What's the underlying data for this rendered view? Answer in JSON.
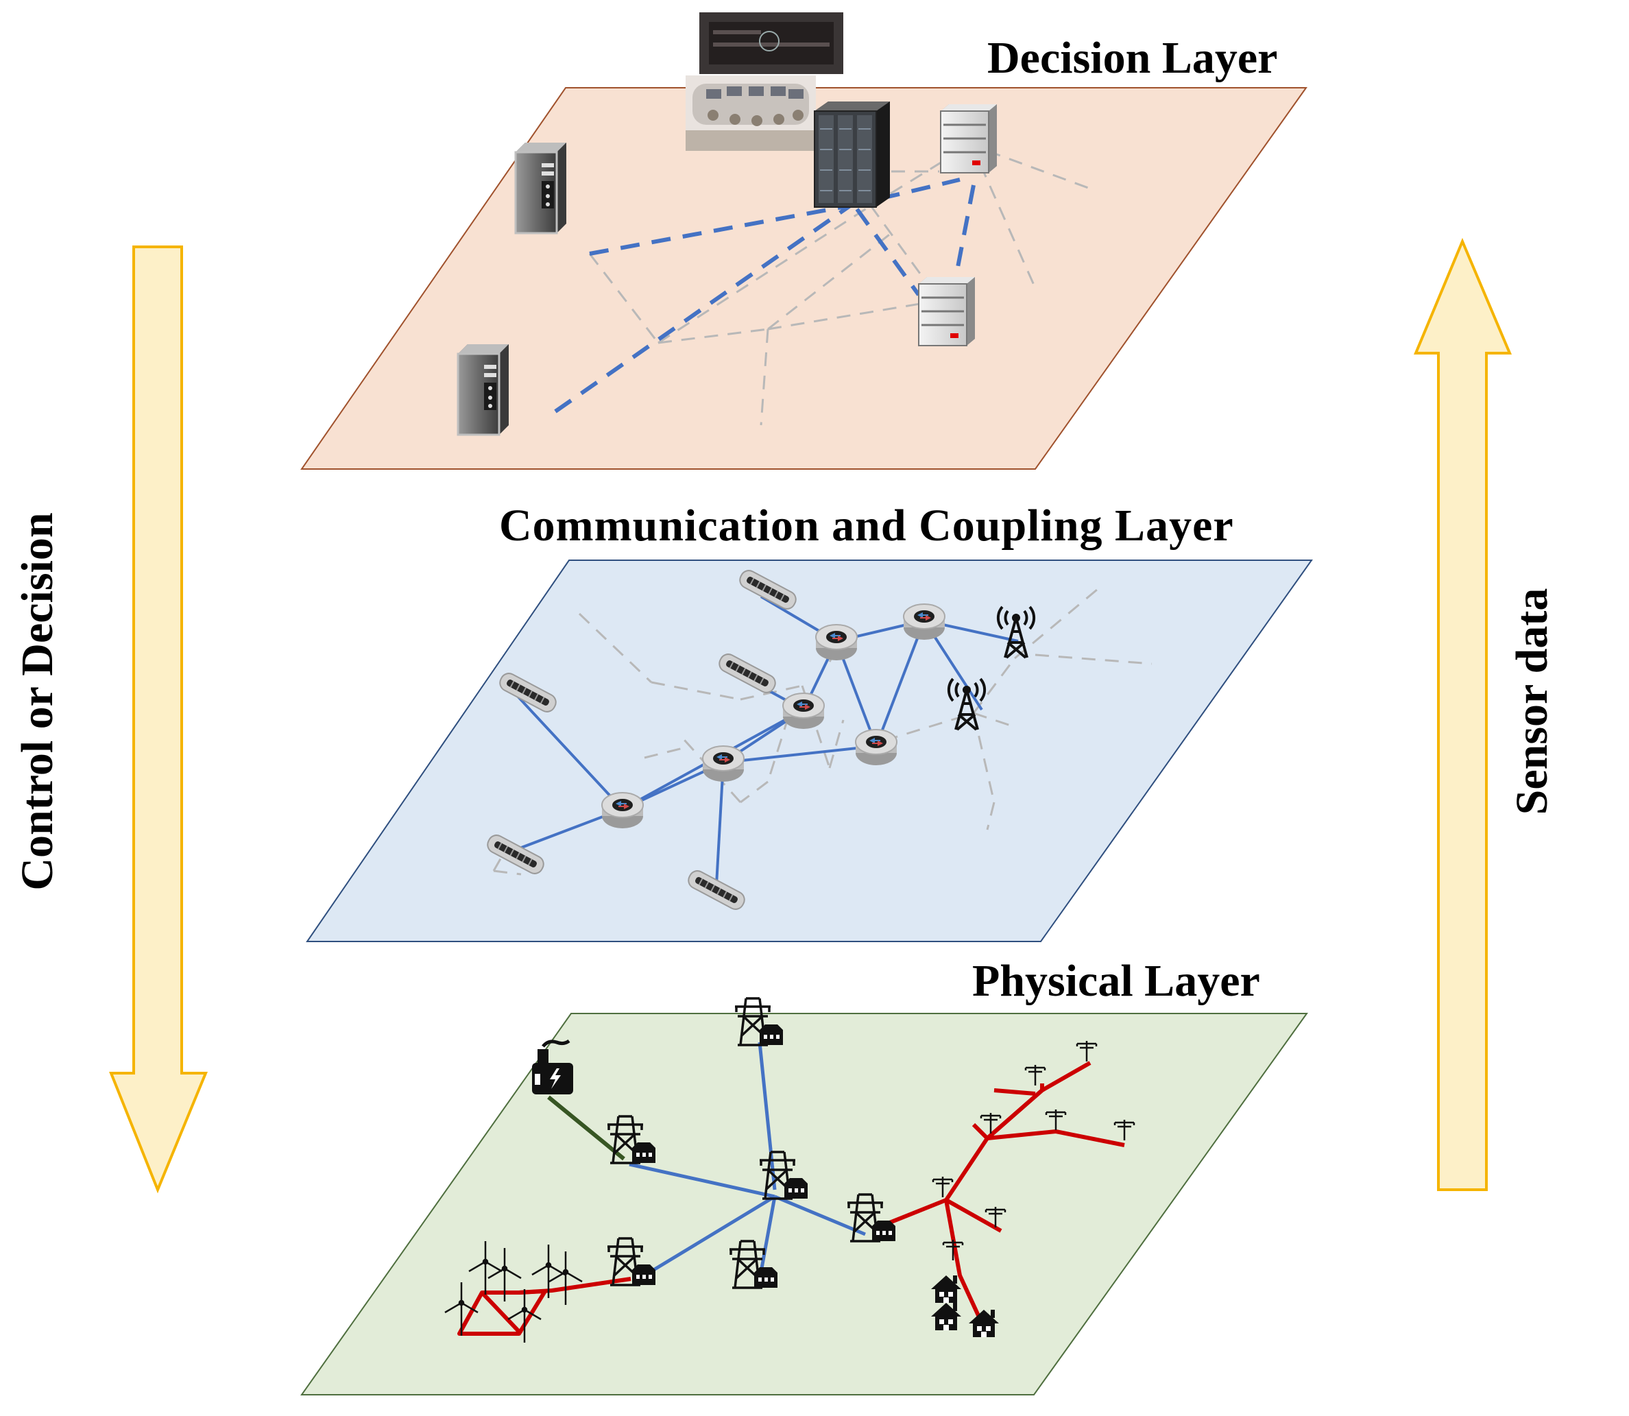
{
  "layers": {
    "decision": {
      "title": "Decision Layer",
      "fill": "#f8e1d2",
      "stroke": "#a0522d"
    },
    "communication": {
      "title": "Communication and Coupling Layer",
      "fill": "#dde8f4",
      "stroke": "#2f4f7f"
    },
    "physical": {
      "title": "Physical Layer",
      "fill": "#e2ecd8",
      "stroke": "#4f6f3f"
    }
  },
  "arrows": {
    "down": {
      "label": "Control or Decision",
      "direction": "down",
      "fill": "#fdf0c8",
      "stroke": "#f5b400"
    },
    "up": {
      "label": "Sensor data",
      "direction": "up",
      "fill": "#fdf0c8",
      "stroke": "#f5b400"
    }
  },
  "colors": {
    "network_link": "#4472c4",
    "dashed_link": "#b8b8b8",
    "distribution_line": "#cc0000",
    "generator_line": "#375623"
  },
  "icons": {
    "decision": [
      "control-room-icon",
      "server-rack-icon",
      "tower-server-icon",
      "desktop-server-icon"
    ],
    "communication": [
      "switch-icon",
      "router-icon",
      "antenna-tower-icon"
    ],
    "physical": [
      "power-plant-icon",
      "substation-icon",
      "wind-turbine-icon",
      "utility-pole-icon",
      "house-icon"
    ]
  }
}
